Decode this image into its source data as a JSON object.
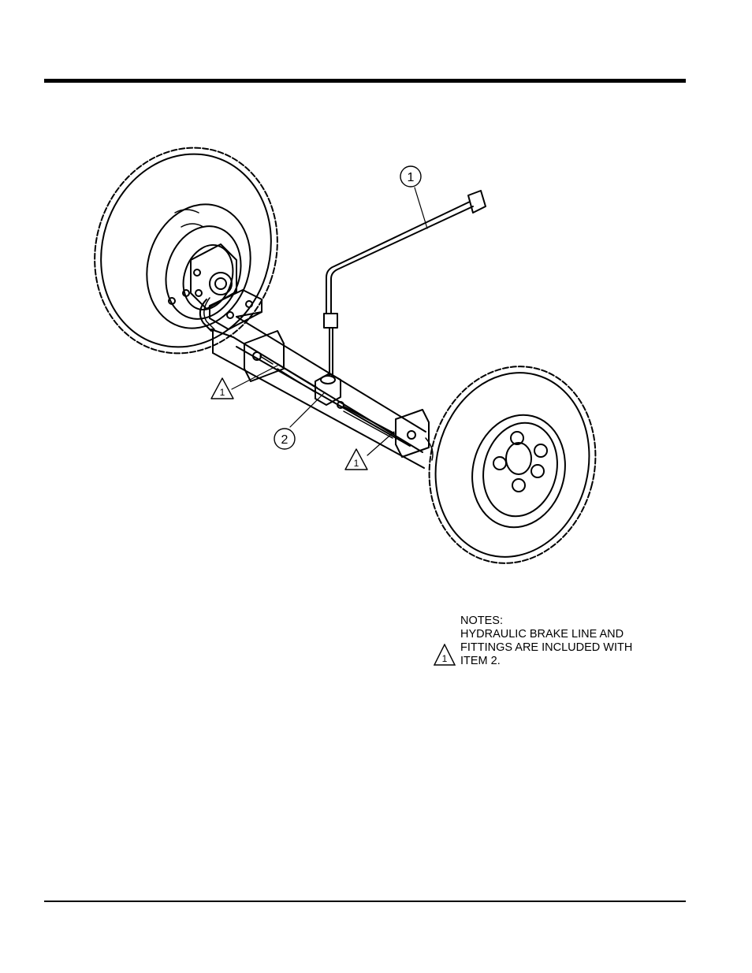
{
  "callouts": {
    "item_1": "1",
    "item_2": "2",
    "note_ref": "1"
  },
  "notes": {
    "title": "NOTES:",
    "note_1_marker": "1",
    "note_1_text": "HYDRAULIC BRAKE LINE AND\nFITTINGS ARE INCLUDED WITH\nITEM 2."
  },
  "colors": {
    "line": "#000000",
    "background": "#ffffff"
  }
}
